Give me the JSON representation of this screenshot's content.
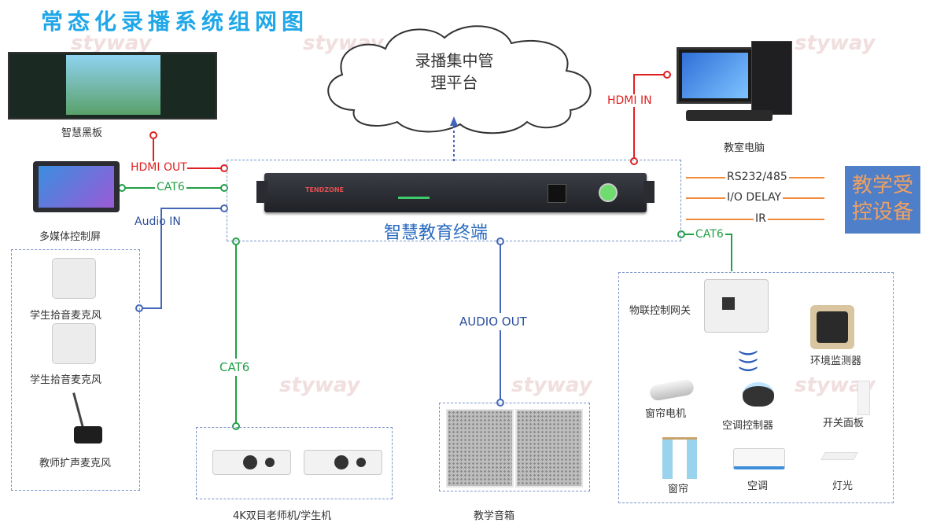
{
  "title": "常态化录播系统组网图",
  "cloud_label": "录播集中管\n理平台",
  "center_device_label": "智慧教育终端",
  "device_brand": "TENDZONE",
  "watermark": "styway",
  "links": {
    "hdmi_out": "HDMI OUT",
    "cat6_left": "CAT6",
    "audio_in": "Audio IN",
    "hdmi_in": "HDMI IN",
    "rs232": "RS232/485",
    "io_delay": "I/O DELAY",
    "ir": "IR",
    "cat6_right": "CAT6",
    "cat6_bottom": "CAT6",
    "audio_out": "AUDIO OUT"
  },
  "nodes": {
    "smart_board": "智慧黑板",
    "control_screen": "多媒体控制屏",
    "classroom_pc": "教室电脑",
    "controlled_devices": "教学受\n控设备",
    "student_mic_1": "学生拾音麦克风",
    "student_mic_2": "学生拾音麦克风",
    "teacher_mic": "教师扩声麦克风",
    "camera": "4K双目老师机/学生机",
    "speaker": "教学音箱",
    "iot_gateway": "物联控制网关",
    "env_monitor": "环境监测器",
    "curtain_motor": "窗帘电机",
    "ac_controller": "空调控制器",
    "switch_panel": "开关面板",
    "curtain": "窗帘",
    "ac": "空调",
    "light": "灯光"
  },
  "colors": {
    "title": "#20a7e8",
    "hdmi": "#e02020",
    "cat6": "#22a045",
    "audio": "#4466b8",
    "control": "#f08a3c",
    "controlled_box": "#4f7fc8"
  }
}
